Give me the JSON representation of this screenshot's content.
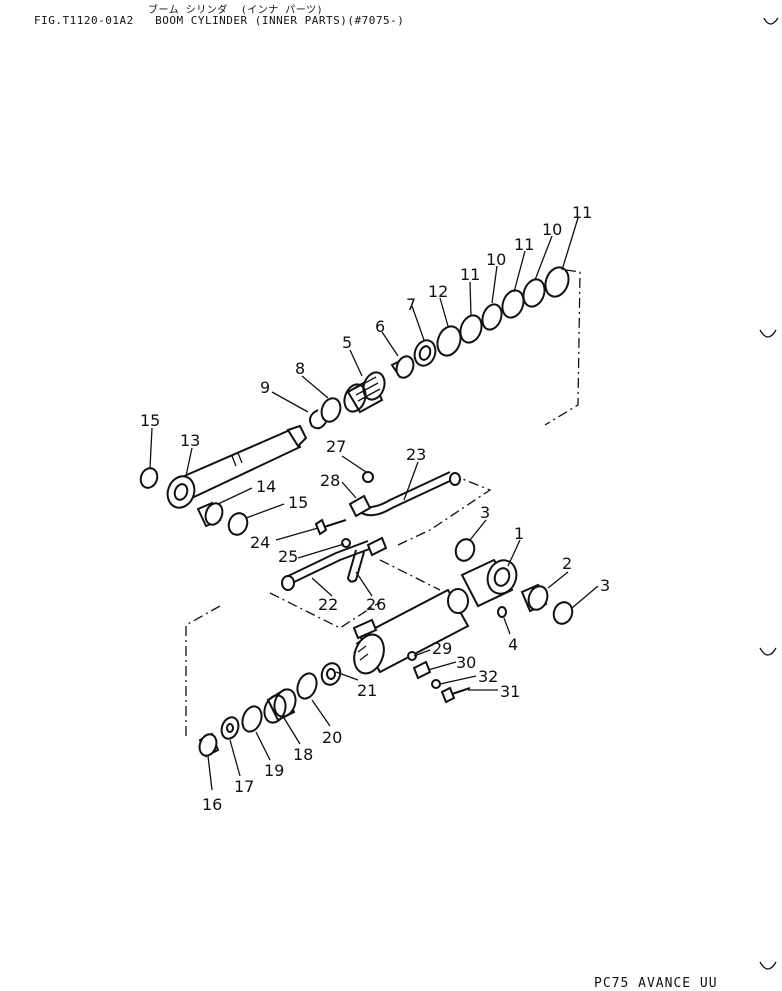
{
  "header": {
    "subtitle": "ブーム シリンダ  (インナ パーツ)",
    "title": "FIG.T1120-01A2   BOOM CYLINDER (INNER PARTS)(#7075-)"
  },
  "footer": {
    "model": "PC75 AVANCE UU"
  },
  "callouts": {
    "c1": "1",
    "c2": "2",
    "c3a": "3",
    "c3b": "3",
    "c4": "4",
    "c5": "5",
    "c6": "6",
    "c7": "7",
    "c8": "8",
    "c9": "9",
    "c10a": "10",
    "c10b": "10",
    "c11a": "11",
    "c11b": "11",
    "c11c": "11",
    "c12": "12",
    "c13": "13",
    "c14": "14",
    "c15a": "15",
    "c15b": "15",
    "c16": "16",
    "c17": "17",
    "c18": "18",
    "c19": "19",
    "c20": "20",
    "c21": "21",
    "c22": "22",
    "c23": "23",
    "c24": "24",
    "c25": "25",
    "c26": "26",
    "c27": "27",
    "c28": "28",
    "c29": "29",
    "c30": "30",
    "c31": "31",
    "c32": "32"
  }
}
